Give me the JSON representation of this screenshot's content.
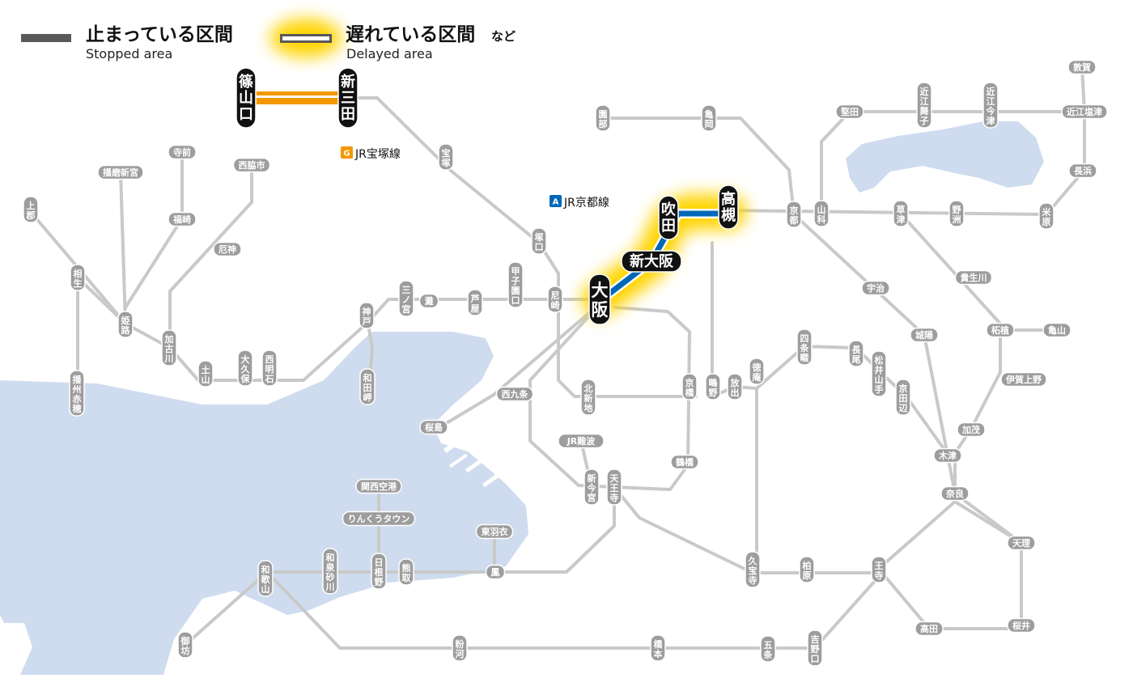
{
  "legend": {
    "stopped_title": "止まっている区間",
    "stopped_sub": "Stopped area",
    "delayed_title": "遅れている区間",
    "delayed_suffix": "など",
    "delayed_sub": "Delayed area"
  },
  "colors": {
    "sea": "#cfdcef",
    "track": "#c9c9c9",
    "station_pill": "#9d9d9d",
    "highlight_glow": "#ffd400",
    "takarazuka_line": "#f39800",
    "kyoto_line": "#0068b7",
    "stopped": "#595959"
  },
  "lines": {
    "takarazuka": {
      "badge": "G",
      "name": "JR宝塚線"
    },
    "kyoto": {
      "badge": "A",
      "name": "JR京都線"
    }
  },
  "highlight_stations": [
    {
      "id": "sasayamaguchi",
      "label": "篠山口",
      "line": "takarazuka"
    },
    {
      "id": "shinsanda",
      "label": "新三田",
      "line": "takarazuka"
    },
    {
      "id": "osaka",
      "label": "大阪",
      "line": "kyoto"
    },
    {
      "id": "shinosaka",
      "label": "新大阪",
      "line": "kyoto"
    },
    {
      "id": "suita",
      "label": "吹田",
      "line": "kyoto"
    },
    {
      "id": "takatsuki",
      "label": "高槻",
      "line": "kyoto"
    }
  ],
  "stations": [
    {
      "id": "takarazuka",
      "label": "宝塚"
    },
    {
      "id": "tsukaguchi",
      "label": "塚口"
    },
    {
      "id": "amagasaki",
      "label": "尼崎"
    },
    {
      "id": "koshienguchi",
      "label": "甲子園口"
    },
    {
      "id": "ashiya",
      "label": "芦屋"
    },
    {
      "id": "nada",
      "label": "灘"
    },
    {
      "id": "sannomiya",
      "label": "三ノ宮"
    },
    {
      "id": "kobe",
      "label": "神戸"
    },
    {
      "id": "wadamisaki",
      "label": "和田岬"
    },
    {
      "id": "nishiakashi",
      "label": "西明石"
    },
    {
      "id": "okubo",
      "label": "大久保"
    },
    {
      "id": "dobo",
      "label": "土山"
    },
    {
      "id": "kakogawa",
      "label": "加古川"
    },
    {
      "id": "yakujin",
      "label": "厄神"
    },
    {
      "id": "nishiwakishi",
      "label": "西脇市"
    },
    {
      "id": "fukusaki",
      "label": "福崎"
    },
    {
      "id": "teramae",
      "label": "寺前"
    },
    {
      "id": "harimashingu",
      "label": "播磨新宮"
    },
    {
      "id": "himeji",
      "label": "姫路"
    },
    {
      "id": "aioi",
      "label": "相生"
    },
    {
      "id": "kamigori",
      "label": "上郡"
    },
    {
      "id": "banshuako",
      "label": "播州赤穂"
    },
    {
      "id": "sonobe",
      "label": "園部"
    },
    {
      "id": "kameoka",
      "label": "亀岡"
    },
    {
      "id": "kyoto",
      "label": "京都"
    },
    {
      "id": "yamashina",
      "label": "山科"
    },
    {
      "id": "katata",
      "label": "堅田"
    },
    {
      "id": "omimaiko",
      "label": "近江舞子"
    },
    {
      "id": "omiimazu",
      "label": "近江今津"
    },
    {
      "id": "tsuruga",
      "label": "敦賀"
    },
    {
      "id": "omishiotsu",
      "label": "近江塩津"
    },
    {
      "id": "nagahama",
      "label": "長浜"
    },
    {
      "id": "maibara",
      "label": "米原"
    },
    {
      "id": "yasu",
      "label": "野洲"
    },
    {
      "id": "kusatsu",
      "label": "草津"
    },
    {
      "id": "kibukawa",
      "label": "貴生川"
    },
    {
      "id": "tsuge",
      "label": "柘植"
    },
    {
      "id": "kameyama",
      "label": "亀山"
    },
    {
      "id": "igaueno",
      "label": "伊賀上野"
    },
    {
      "id": "kamo",
      "label": "加茂"
    },
    {
      "id": "kizu",
      "label": "木津"
    },
    {
      "id": "uji",
      "label": "宇治"
    },
    {
      "id": "joyo",
      "label": "城陽"
    },
    {
      "id": "nara",
      "label": "奈良"
    },
    {
      "id": "tenri",
      "label": "天理"
    },
    {
      "id": "sakurai",
      "label": "桜井"
    },
    {
      "id": "takada",
      "label": "高田"
    },
    {
      "id": "oji",
      "label": "王寺"
    },
    {
      "id": "kashihara",
      "label": "柏原"
    },
    {
      "id": "kyuhoji",
      "label": "久宝寺"
    },
    {
      "id": "hanaten",
      "label": "放出"
    },
    {
      "id": "shijonawate",
      "label": "四条畷"
    },
    {
      "id": "nagao",
      "label": "長尾"
    },
    {
      "id": "matsuiyamate",
      "label": "松井山手"
    },
    {
      "id": "kyotanabe",
      "label": "京田辺"
    },
    {
      "id": "tokuan",
      "label": "徳庵"
    },
    {
      "id": "kyobashi",
      "label": "京橋"
    },
    {
      "id": "shigino",
      "label": "鴫野"
    },
    {
      "id": "tsuruhashi",
      "label": "鶴橋"
    },
    {
      "id": "tennoji",
      "label": "天王寺"
    },
    {
      "id": "shinimamiya",
      "label": "新今宮"
    },
    {
      "id": "jrnamba",
      "label": "JR難波"
    },
    {
      "id": "kitashinchi",
      "label": "北新地"
    },
    {
      "id": "nishikujo",
      "label": "西九条"
    },
    {
      "id": "sakurajima",
      "label": "桜島"
    },
    {
      "id": "kansaiairport",
      "label": "関西空港"
    },
    {
      "id": "rinkutown",
      "label": "りんくうタウン"
    },
    {
      "id": "hineno",
      "label": "日根野"
    },
    {
      "id": "kumatori",
      "label": "熊取"
    },
    {
      "id": "izumisunagawa",
      "label": "和泉砂川"
    },
    {
      "id": "wakayama",
      "label": "和歌山"
    },
    {
      "id": "gobo",
      "label": "御坊"
    },
    {
      "id": "higashihagoromo",
      "label": "東羽衣"
    },
    {
      "id": "ootori",
      "label": "鳳"
    },
    {
      "id": "kokawa",
      "label": "粉河"
    },
    {
      "id": "hashimoto",
      "label": "橋本"
    },
    {
      "id": "gojo",
      "label": "五条"
    },
    {
      "id": "yoshinoguchi",
      "label": "吉野口"
    }
  ]
}
